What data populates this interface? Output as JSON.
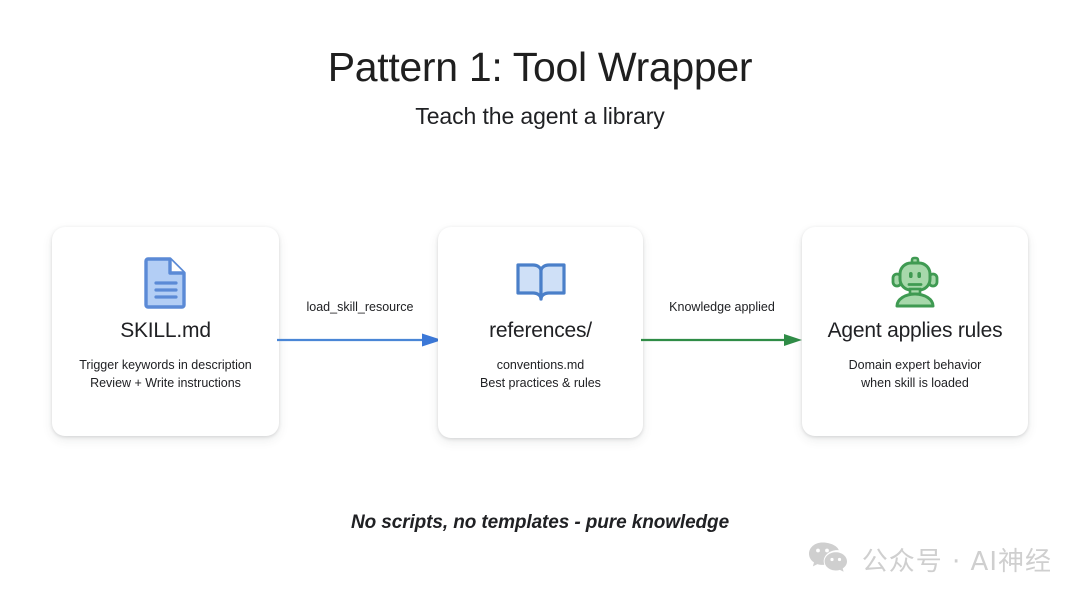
{
  "header": {
    "title": "Pattern 1: Tool Wrapper",
    "subtitle": "Teach the agent a library"
  },
  "diagram": {
    "type": "flow",
    "direction": "left-to-right",
    "nodes": [
      {
        "id": "skill-md",
        "icon": "document-icon",
        "icon_color": "#5b8ad6",
        "icon_fill": "#aecbf2",
        "title": "SKILL.md",
        "desc_line_1": "Trigger keywords in description",
        "desc_line_2": "Review + Write instructions"
      },
      {
        "id": "references",
        "icon": "open-book-icon",
        "icon_color": "#4a7fc9",
        "icon_fill": "#cfe0f7",
        "title": "references/",
        "desc_line_1": "conventions.md",
        "desc_line_2": "Best practices & rules"
      },
      {
        "id": "agent",
        "icon": "robot-icon",
        "icon_color": "#3f9a52",
        "icon_fill": "#a7d8ab",
        "title": "Agent applies rules",
        "desc_line_1": "Domain expert behavior",
        "desc_line_2": "when skill is loaded"
      }
    ],
    "edges": [
      {
        "id": "edge-1",
        "from": "skill-md",
        "to": "references",
        "label": "load_skill_resource",
        "color": "#4a86d6"
      },
      {
        "id": "edge-2",
        "from": "references",
        "to": "agent",
        "label": "Knowledge applied",
        "color": "#2f8c46"
      }
    ]
  },
  "footer": {
    "caption": "No scripts, no templates - pure knowledge"
  },
  "watermark": {
    "icon": "wechat-icon",
    "text": "公众号 · AI神经",
    "color": "#cfcfcf"
  }
}
